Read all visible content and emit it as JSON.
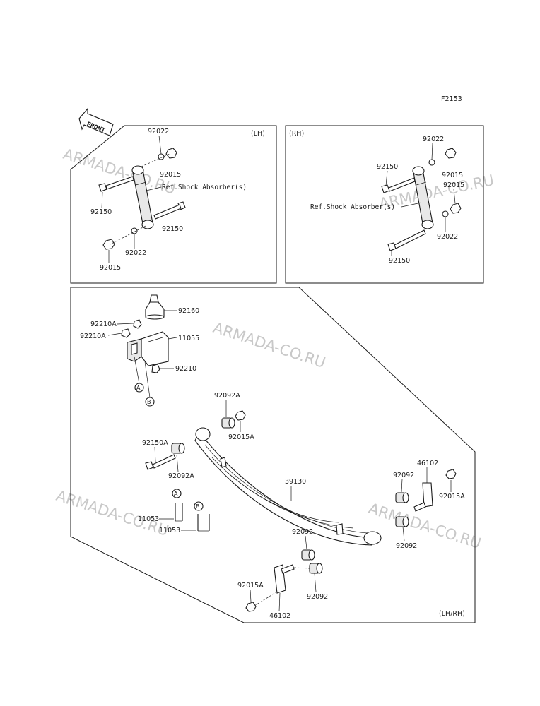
{
  "figure_code": "F2153",
  "front_label": "FRONT",
  "watermark": "ARMADA-CO.RU",
  "panel_lh": {
    "side_label": "(LH)",
    "ref_label": "Ref.Shock Absorber(s)",
    "parts": {
      "top_washer": "92022",
      "top_nut": "92015",
      "top_bolt": "92150",
      "lower_bolt": "92150",
      "bottom_washer": "92022",
      "bottom_nut": "92015"
    }
  },
  "panel_rh": {
    "side_label": "(RH)",
    "ref_label": "Ref.Shock Absorber(s)",
    "parts": {
      "top_washer": "92022",
      "top_bolt": "92150",
      "top_nut": "92015",
      "mid_nut": "92015",
      "bottom_washer": "92022",
      "bottom_bolt": "92150"
    }
  },
  "panel_main": {
    "side_label": "(LH/RH)",
    "callout_a": "A",
    "callout_b": "B",
    "parts": {
      "bump_stop": "92160",
      "bracket": "11055",
      "nut_a_upper": "92210A",
      "nut_a_lower": "92210A",
      "nut": "92210",
      "bushing_front_top": "92092A",
      "nut_front": "92015A",
      "bolt_front": "92150A",
      "bushing_front_bottom": "92092A",
      "leaf_spring": "39130",
      "shackle_upper": "46102",
      "bushing_rear_upper": "92092",
      "nut_rear_upper": "92015A",
      "bushing_rear_right": "92092",
      "u_bolt_a": "11053",
      "u_bolt_b": "11053",
      "bushing_rear_lower": "92092",
      "bushing_rear_lower2": "92092",
      "nut_rear_lower": "92015A",
      "shackle_lower": "46102"
    }
  }
}
